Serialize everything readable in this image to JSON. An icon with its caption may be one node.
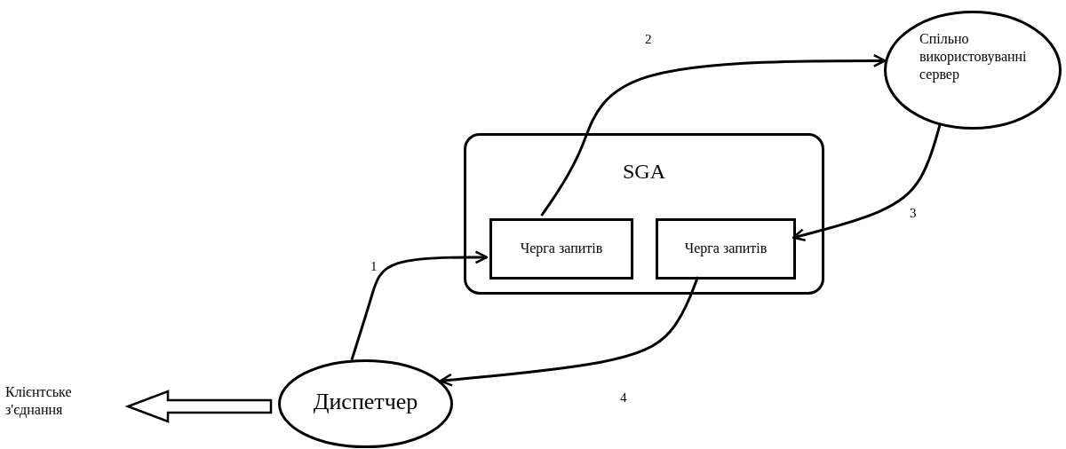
{
  "diagram": {
    "nodes": [
      {
        "text": [
          "SGA"
        ]
      },
      {
        "text": [
          "Черга запитів"
        ],
        "in": 0
      },
      {
        "text": [
          "Черга запитів"
        ],
        "in": 0
      },
      {
        "text": [
          "Спільно використовуванні сервер"
        ]
      },
      {
        "text": [
          "Диспетчер"
        ]
      },
      {
        "text": [
          "Клієнтське з'єднання"
        ]
      }
    ],
    "edges": [
      {
        "from": 4,
        "to": 1,
        "arrow": "to",
        "label": "1"
      },
      {
        "from": 1,
        "to": 3,
        "arrow": "to",
        "label": "2"
      },
      {
        "from": 3,
        "to": 2,
        "arrow": "to",
        "label": "3"
      },
      {
        "from": 2,
        "to": 4,
        "arrow": "to",
        "label": "4"
      },
      {
        "from": 4,
        "to": 5,
        "arrow": "to",
        "style": "thick"
      }
    ]
  }
}
